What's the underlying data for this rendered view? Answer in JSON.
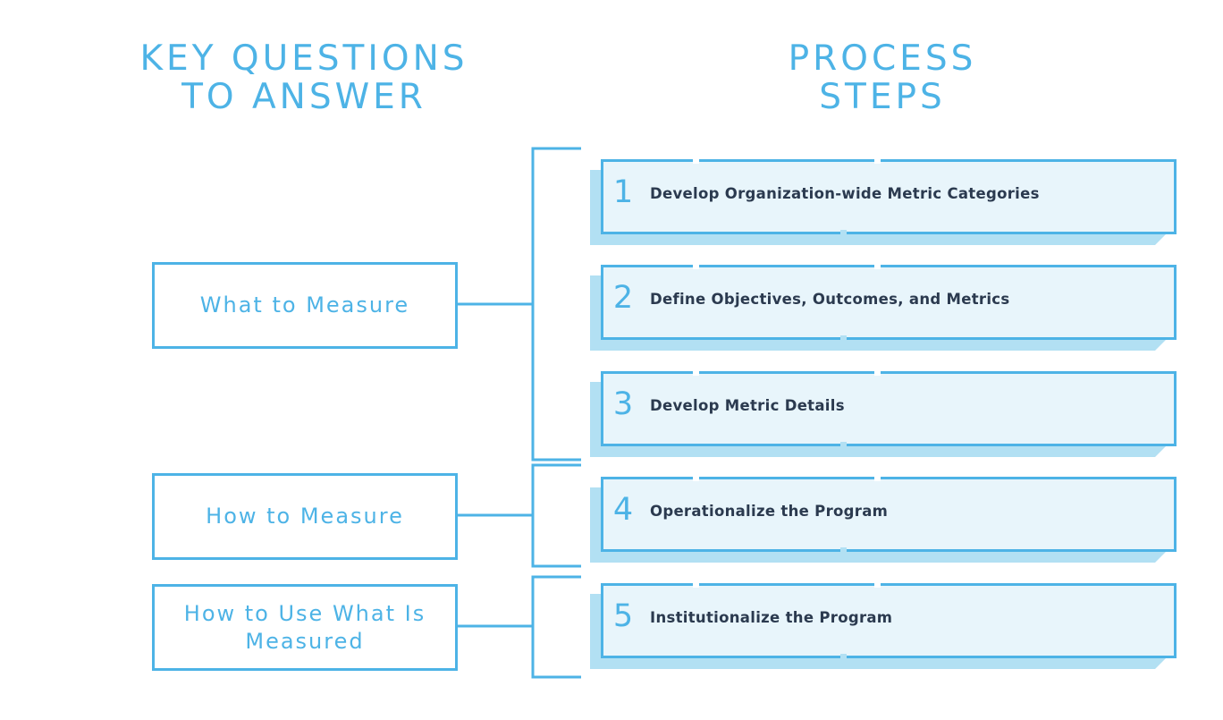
{
  "headings": {
    "key_questions": [
      "KEY QUESTIONS",
      "TO ANSWER"
    ],
    "process_steps": [
      "PROCESS",
      "STEPS"
    ]
  },
  "questions": [
    {
      "label": "What to Measure"
    },
    {
      "label": "How to Measure"
    },
    {
      "label": "How to Use What Is Measured"
    }
  ],
  "steps": [
    {
      "number": "1",
      "label": "Develop Organization-wide Metric Categories"
    },
    {
      "number": "2",
      "label": "Define Objectives, Outcomes, and Metrics"
    },
    {
      "number": "3",
      "label": "Develop Metric Details"
    },
    {
      "number": "4",
      "label": "Operationalize the Program"
    },
    {
      "number": "5",
      "label": "Institutionalize the Program"
    }
  ],
  "colors": {
    "accent": "#4db3e6",
    "panel_fill": "#e8f5fb",
    "panel_shadow": "#b2e0f3",
    "step_text": "#2b3a4f"
  }
}
